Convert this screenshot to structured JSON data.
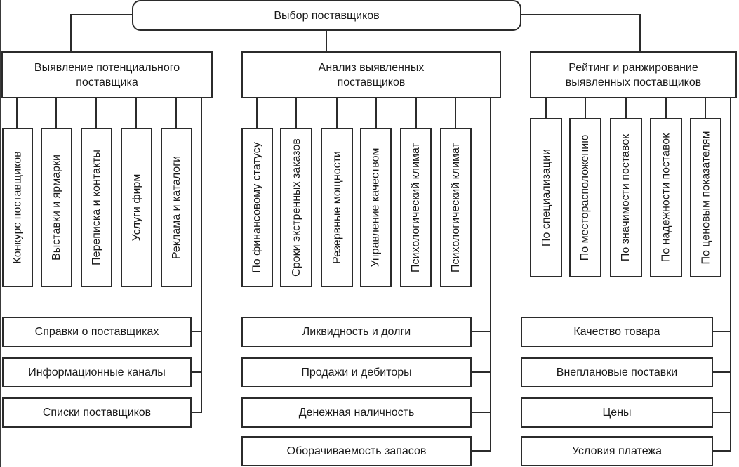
{
  "root": {
    "label": "Выбор поставщиков"
  },
  "branches": [
    {
      "title": "Выявление потенциального поставщика",
      "vertical_items": [
        "Конкурс поставщиков",
        "Выставки и ярмарки",
        "Переписка и контакты",
        "Услуги фирм",
        "Реклама и каталоги"
      ],
      "list_items": [
        "Справки о поставщиках",
        "Информационные каналы",
        "Списки поставщиков"
      ]
    },
    {
      "title": "Анализ выявленных поставщиков",
      "vertical_items": [
        "По финансовому статусу",
        "Сроки экстренных заказов",
        "Резервные мощности",
        "Управление качеством",
        "Психологический климат",
        "Психологический климат"
      ],
      "list_items": [
        "Ликвидность и долги",
        "Продажи и дебиторы",
        "Денежная наличность",
        "Оборачиваемость запасов"
      ]
    },
    {
      "title": "Рейтинг и ранжирование выявленных поставщиков",
      "vertical_items": [
        "По специализации",
        "По месторасположению",
        "По значимости поставок",
        "По надежности поставок",
        "По ценовым показателям"
      ],
      "list_items": [
        "Качество товара",
        "Внеплановые поставки",
        "Цены",
        "Условия платежа"
      ]
    }
  ]
}
